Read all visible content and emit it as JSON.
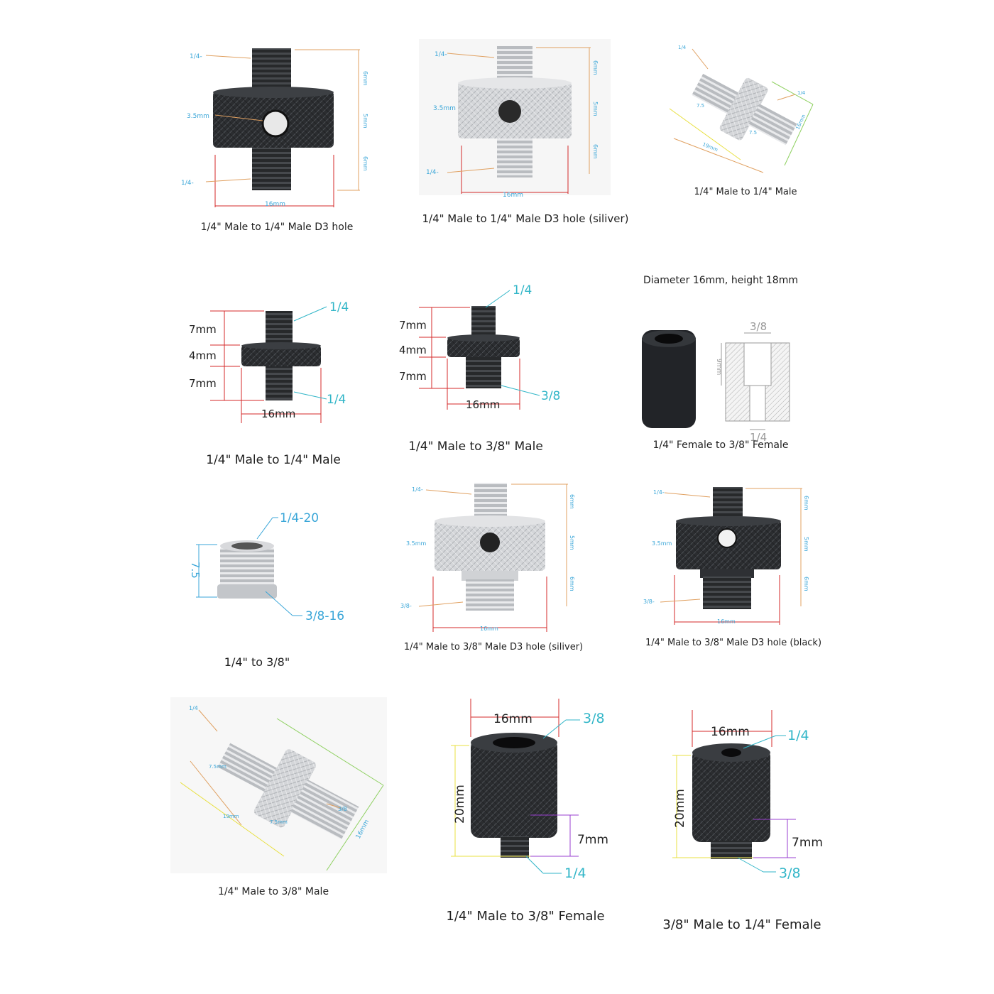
{
  "colors": {
    "metal_black": "#2b2d30",
    "metal_silver": "#c9ccd0",
    "dim_blue": "#3aa6d8",
    "dim_orange": "#e0a060",
    "dim_red": "#d42a2a",
    "dim_cyan": "#32b6c8",
    "dim_purple": "#9a3fd0",
    "dim_yellow": "#e8e040",
    "dim_green": "#8ed060"
  },
  "adapters": [
    {
      "caption": "1/4\" Male to 1/4\" Male D3 hole",
      "labels": {
        "top": "1/4-",
        "hole": "3.5mm",
        "bottom": "1/4-",
        "h1": "6mm",
        "h2": "5mm",
        "h3": "6mm",
        "width": "16mm"
      }
    },
    {
      "caption": "1/4\" Male to 1/4\" Male D3 hole (siliver)",
      "labels": {
        "top": "1/4-",
        "hole": "3.5mm",
        "bottom": "1/4-",
        "h1": "6mm",
        "h2": "5mm",
        "h3": "6mm",
        "width": "16mm"
      }
    },
    {
      "caption": "1/4\" Male to 1/4\" Male",
      "labels": {
        "top": "1/4",
        "right": "1/4",
        "l1": "7.5",
        "l2": "7.5",
        "length": "19mm",
        "dia": "16mm"
      }
    },
    {
      "caption": "1/4\" Male to 1/4\" Male",
      "labels": {
        "h1": "7mm",
        "h2": "4mm",
        "h3": "7mm",
        "top": "1/4",
        "bottom": "1/4",
        "width": "16mm"
      }
    },
    {
      "caption": "1/4\" Male to 3/8\" Male",
      "labels": {
        "h1": "7mm",
        "h2": "4mm",
        "h3": "7mm",
        "top": "1/4",
        "bottom": "3/8",
        "width": "16mm"
      }
    },
    {
      "caption": "1/4\" Female to 3/8\" Female",
      "heading": "Diameter 16mm, height 18mm",
      "labels": {
        "top": "3/8",
        "depth": "9mm",
        "bottom": "1/4"
      }
    },
    {
      "caption": "1/4\" to 3/8\"",
      "labels": {
        "top": "1/4-20",
        "height": "7.5",
        "bottom": "3/8-16"
      }
    },
    {
      "caption": "1/4\" Male to 3/8\" Male D3 hole (siliver)",
      "labels": {
        "top": "1/4-",
        "hole": "3.5mm",
        "bottom": "3/8-",
        "h1": "6mm",
        "h2": "5mm",
        "h3": "6mm",
        "width": "16mm"
      }
    },
    {
      "caption": "1/4\" Male to 3/8\" Male D3 hole (black)",
      "labels": {
        "top": "1/4-",
        "hole": "3.5mm",
        "bottom": "3/8-",
        "h1": "6mm",
        "h2": "5mm",
        "h3": "6mm",
        "width": "16mm"
      }
    },
    {
      "caption": "1/4\" Male to 3/8\" Male",
      "labels": {
        "top": "1/4",
        "l1": "7.5mm",
        "l2": "7.5mm",
        "length": "19mm",
        "right": "3/8",
        "dia": "16mm"
      }
    },
    {
      "caption": "1/4\" Male to 3/8\" Female",
      "labels": {
        "width": "16mm",
        "top": "3/8",
        "height": "20mm",
        "thread": "7mm",
        "bottom": "1/4"
      }
    },
    {
      "caption": "3/8\" Male to 1/4\" Female",
      "labels": {
        "width": "16mm",
        "top": "1/4",
        "height": "20mm",
        "thread": "7mm",
        "bottom": "3/8"
      }
    }
  ]
}
